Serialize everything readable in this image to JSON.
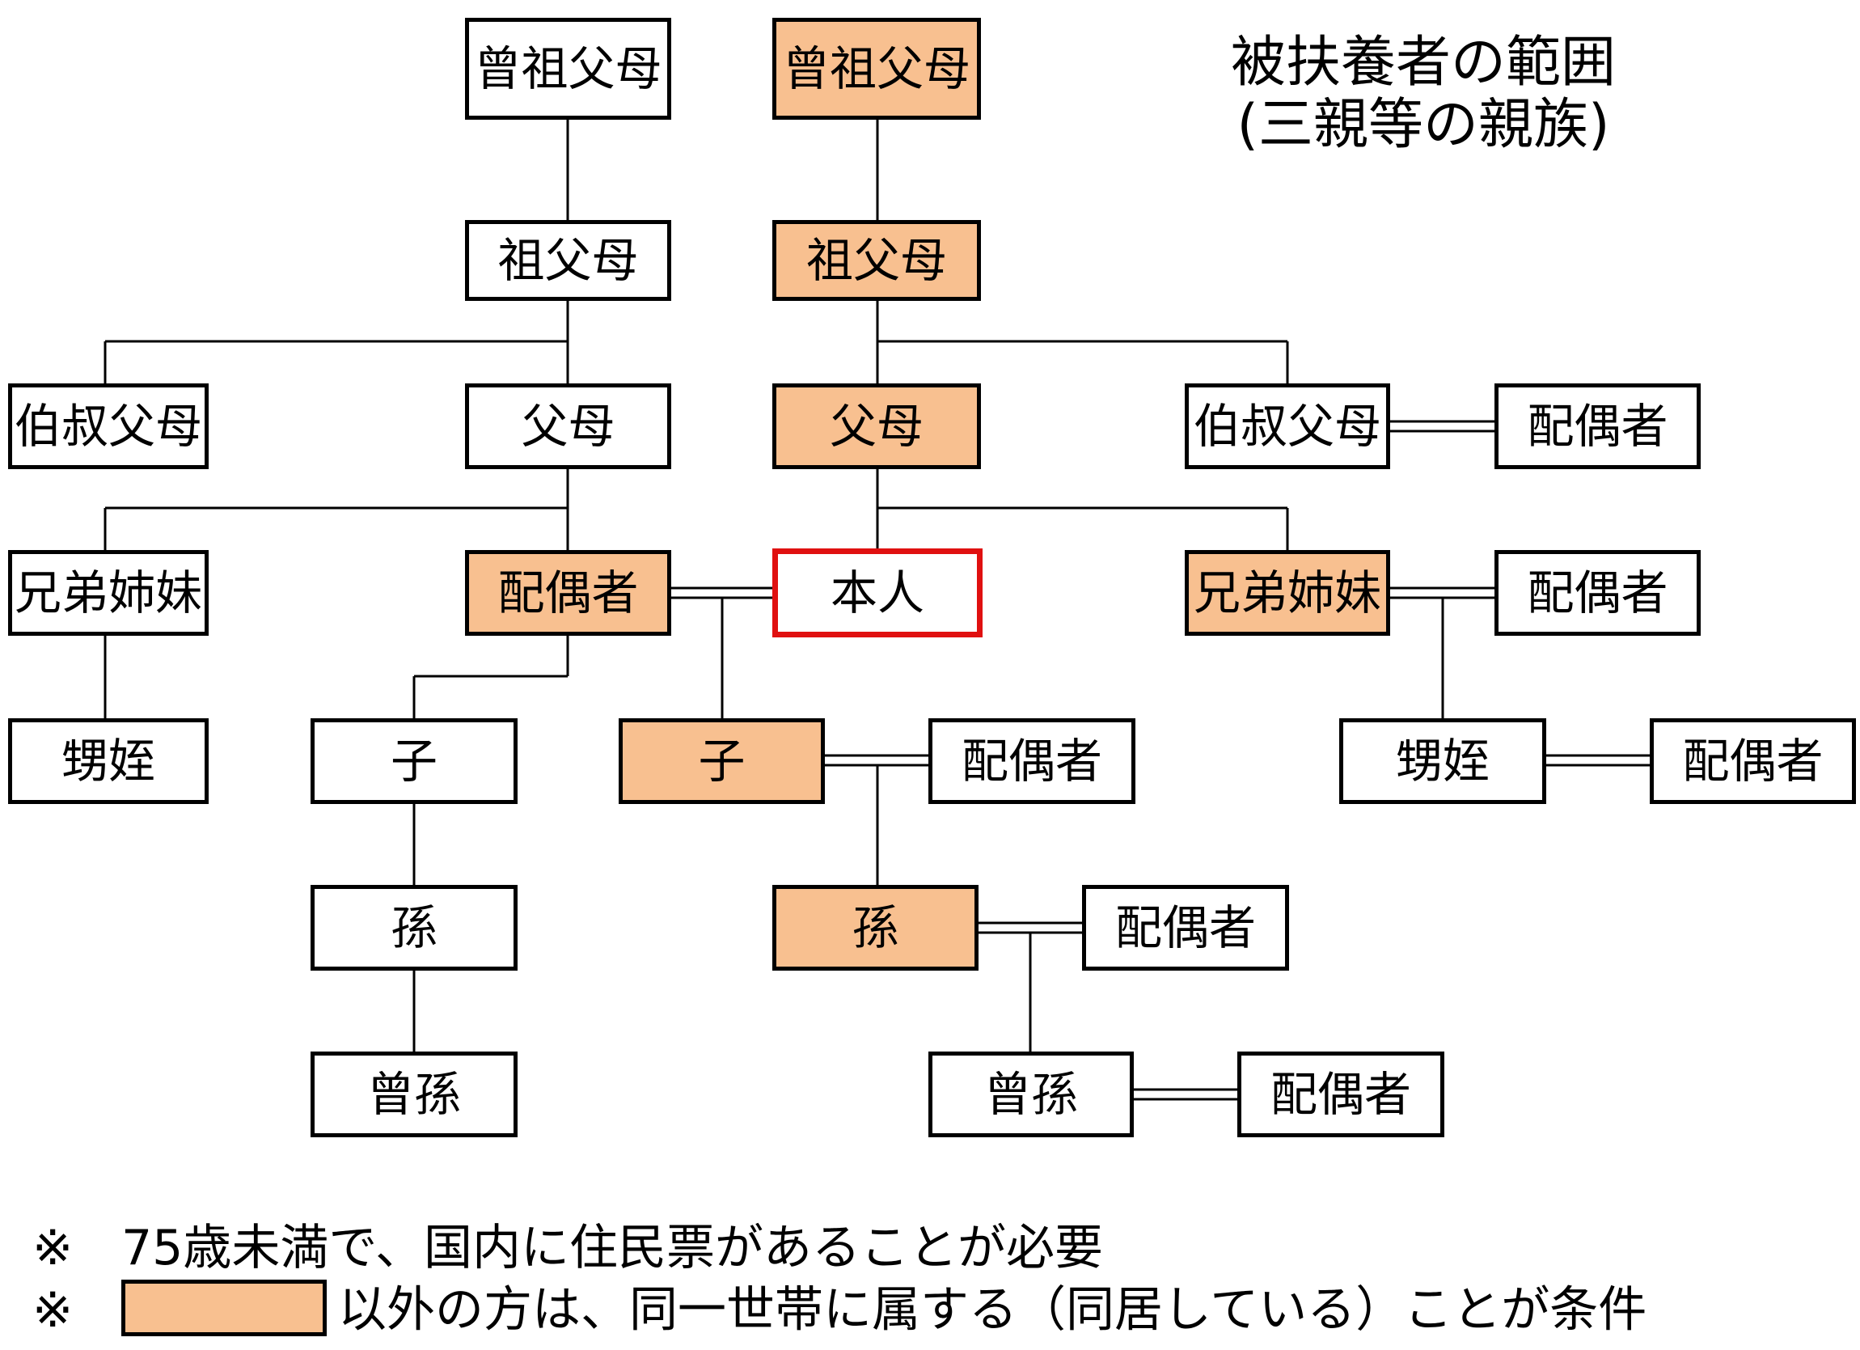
{
  "title": {
    "line1": "被扶養者の範囲",
    "line2": "(三親等の親族)"
  },
  "colors": {
    "dependent_fill": "#F8C090",
    "self_border": "#E01010"
  },
  "nodes": {
    "great_grandparents_left": "曾祖父母",
    "great_grandparents_right": "曾祖父母",
    "grandparents_left": "祖父母",
    "grandparents_right": "祖父母",
    "uncle_aunt_left": "伯叔父母",
    "parents_left": "父母",
    "parents_right": "父母",
    "uncle_aunt_right": "伯叔父母",
    "uncle_aunt_spouse": "配偶者",
    "siblings_left": "兄弟姉妹",
    "spouse": "配偶者",
    "self": "本人",
    "siblings_right": "兄弟姉妹",
    "siblings_spouse": "配偶者",
    "nephew_niece_left": "甥姪",
    "child_left": "子",
    "child_right": "子",
    "child_spouse": "配偶者",
    "nephew_niece_right": "甥姪",
    "nephew_niece_spouse": "配偶者",
    "grandchild_left": "孫",
    "grandchild_right": "孫",
    "grandchild_spouse": "配偶者",
    "great_grandchild_left": "曾孫",
    "great_grandchild_right": "曾孫",
    "great_grandchild_spouse": "配偶者"
  },
  "notes": {
    "note1_mark": "※",
    "note1_text": "75歳未満で、国内に住民票があることが必要",
    "note2_mark": "※",
    "note2_text": "以外の方は、同一世帯に属する（同居している）ことが条件"
  }
}
